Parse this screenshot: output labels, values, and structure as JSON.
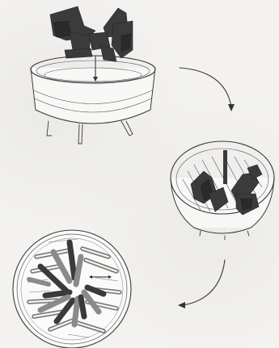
{
  "steps": [
    {
      "name": "step-1-place-bow-in-bowl"
    },
    {
      "name": "step-2-bow-in-basket"
    },
    {
      "name": "step-3-top-view-result"
    }
  ],
  "colors": {
    "ink": "#3a3a3a",
    "bow": "#3b3b3b",
    "background": "#f3f2f0"
  }
}
